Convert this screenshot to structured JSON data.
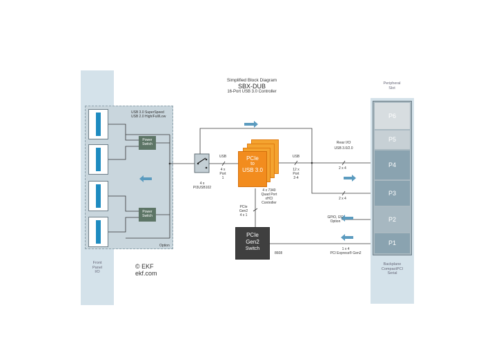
{
  "header": {
    "line1": "Simplified Block Diagram",
    "line2": "SBX-DUB",
    "line3": "16-Port USB 3.0 Controller"
  },
  "front_panel": {
    "usb_modes_line1": "USB 3.0 SuperSpeed",
    "usb_modes_line2": "USB 2.0 High/Full/Low",
    "power_switch_label": "Power\nSwitch",
    "option_label": "Option",
    "caption_line1": "Front",
    "caption_line2": "Panel",
    "caption_line3": "I/O"
  },
  "mux": {
    "line1": "4 x",
    "line2": "PI3USB102"
  },
  "usb_link_left": {
    "line1": "USB",
    "line2": "4 x",
    "line3": "Port",
    "line4": "1"
  },
  "controller": {
    "line1": "PCIe",
    "line2": "to",
    "line3": "USB 3.0",
    "sub1": "4 x 7340",
    "sub2": "Quad Port",
    "sub3": "xHCI",
    "sub4": "Controller"
  },
  "usb_link_right": {
    "line1": "USB",
    "line2": "12 x",
    "line3": "Port",
    "line4": "2-4"
  },
  "pcie_link": {
    "line1": "PCIe",
    "line2": "Gen2",
    "line3": "4 x 1"
  },
  "pcie_switch": {
    "line1": "PCIe",
    "line2": "Gen2",
    "line3": "Switch",
    "part": "8608"
  },
  "rear": {
    "line1": "Rear I/O",
    "line2": "USB 3.0/2.0",
    "bus1": "2 x 4",
    "bus2": "2 x 4",
    "gpio_line1": "GPIO, I2C",
    "gpio_line2": "Option",
    "pci_line1": "1 x 4",
    "pci_line2": "PCI Express® Gen2"
  },
  "peripheral": {
    "line1": "Peripheral",
    "line2": "Slot"
  },
  "slots": [
    "P6",
    "P5",
    "P4",
    "P3",
    "P2",
    "P1"
  ],
  "backplane": {
    "line1": "Backplane",
    "line2": "CompactPCI",
    "line3": "Serial"
  },
  "brand": {
    "line1": "© EKF",
    "line2": "ekf.com"
  },
  "colors": {
    "arrow": "#5b9bbf",
    "wire": "#333333",
    "controller": "#f28c1e",
    "switch": "#3f3f3f",
    "slot_active": "#8aa3b0",
    "slot_faded": "#c7d0d5"
  }
}
